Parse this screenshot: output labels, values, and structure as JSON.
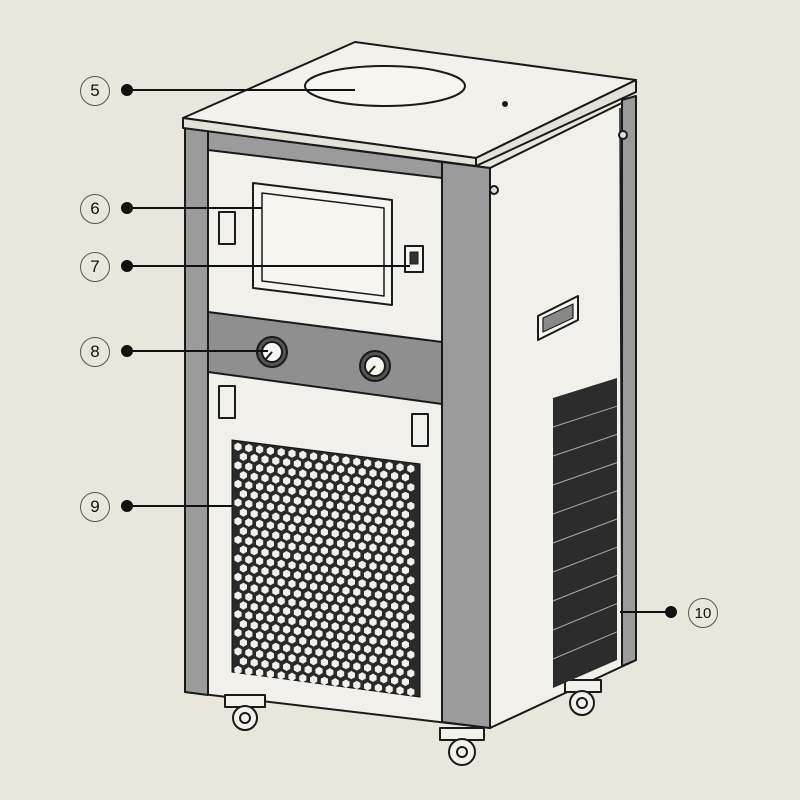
{
  "callouts": [
    {
      "number": "5",
      "part": "top-opening"
    },
    {
      "number": "6",
      "part": "display-screen"
    },
    {
      "number": "7",
      "part": "power-switch"
    },
    {
      "number": "8",
      "part": "control-knobs"
    },
    {
      "number": "9",
      "part": "front-grille"
    },
    {
      "number": "10",
      "part": "side-vent"
    }
  ],
  "colors": {
    "background": "#e9e6dd",
    "frame": "#9b9b9b",
    "panel": "#f1efe9",
    "line": "#1a1a1a"
  }
}
